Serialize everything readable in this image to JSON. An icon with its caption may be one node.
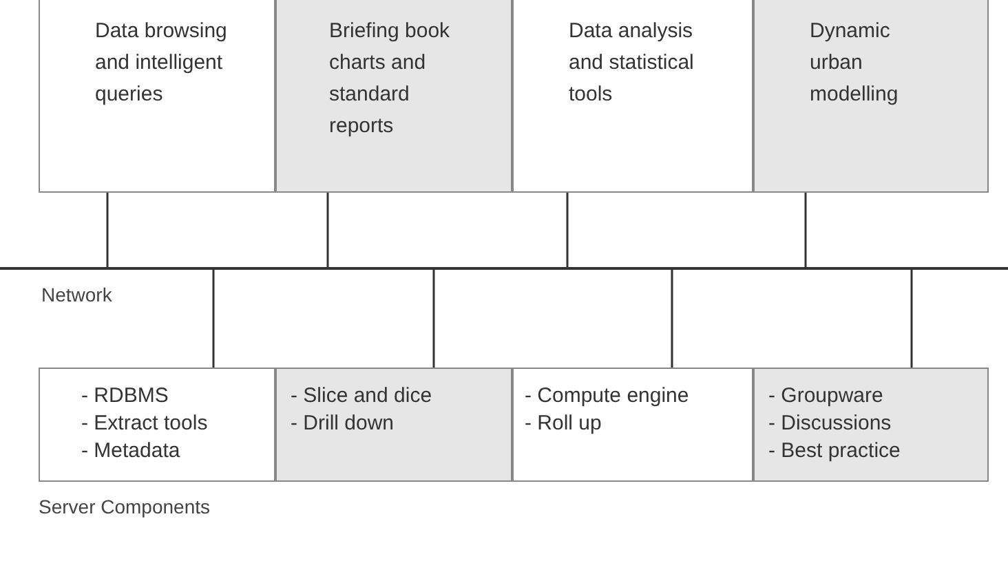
{
  "diagram": {
    "nodes": [
      {
        "text": [
          "Data browsing and intelligent queries"
        ]
      },
      {
        "text": [
          "Briefing book charts and standard reports"
        ]
      },
      {
        "text": [
          "Data analysis and statistical tools"
        ]
      },
      {
        "text": [
          "Dynamic urban modelling"
        ]
      },
      {
        "text": [],
        "shape": "bar",
        "beside": [
          "Network"
        ]
      },
      {
        "text": [
          "- RDBMS",
          "- Extract tools",
          "- Metadata"
        ]
      },
      {
        "text": [
          "- Slice and dice",
          "- Drill down"
        ]
      },
      {
        "text": [
          "- Compute engine",
          "- Roll up"
        ]
      },
      {
        "text": [
          "- Groupware",
          "- Discussions",
          "- Best practice"
        ]
      }
    ],
    "edges": [
      {
        "from": 0,
        "to": 4,
        "arrow": "none"
      },
      {
        "from": 1,
        "to": 4,
        "arrow": "none"
      },
      {
        "from": 2,
        "to": 4,
        "arrow": "none"
      },
      {
        "from": 3,
        "to": 4,
        "arrow": "none"
      },
      {
        "from": 4,
        "to": 5,
        "arrow": "none"
      },
      {
        "from": 4,
        "to": 6,
        "arrow": "none"
      },
      {
        "from": 4,
        "to": 7,
        "arrow": "none"
      },
      {
        "from": 4,
        "to": 8,
        "arrow": "none"
      }
    ],
    "labels": [
      "Server Components"
    ]
  }
}
